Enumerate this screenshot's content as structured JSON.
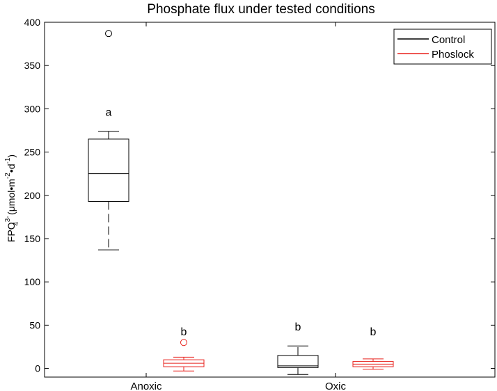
{
  "chart_data": {
    "type": "box",
    "title": "Phosphate flux under tested conditions",
    "ylabel": {
      "base": "FPO",
      "sup1": "3-",
      "sub": "4",
      "rest1": " (μmol•m",
      "sup2": "-2",
      "rest2": "•d",
      "sup3": "-1",
      "rest3": ")"
    },
    "ylim": [
      -10,
      400
    ],
    "yticks": [
      0,
      50,
      100,
      150,
      200,
      250,
      300,
      350,
      400
    ],
    "categories": [
      "Anoxic",
      "Oxic"
    ],
    "legend_position": "top-right",
    "grid": false,
    "series": [
      {
        "name": "Control",
        "color": "#000000",
        "boxes": [
          {
            "category": "Anoxic",
            "whisker_low": 137,
            "q1": 193,
            "median": 225,
            "q3": 265,
            "whisker_high": 274,
            "outliers": [
              387
            ],
            "letter": "a"
          },
          {
            "category": "Oxic",
            "whisker_low": -7,
            "q1": 1,
            "median": 3,
            "q3": 15,
            "whisker_high": 26,
            "outliers": [],
            "letter": "b"
          }
        ]
      },
      {
        "name": "Phoslock",
        "color": "#e8201b",
        "boxes": [
          {
            "category": "Anoxic",
            "whisker_low": -3,
            "q1": 2,
            "median": 6,
            "q3": 10,
            "whisker_high": 13,
            "outliers": [
              30
            ],
            "letter": "b"
          },
          {
            "category": "Oxic",
            "whisker_low": -1,
            "q1": 2,
            "median": 5,
            "q3": 8,
            "whisker_high": 11,
            "outliers": [],
            "letter": "b"
          }
        ]
      }
    ]
  }
}
